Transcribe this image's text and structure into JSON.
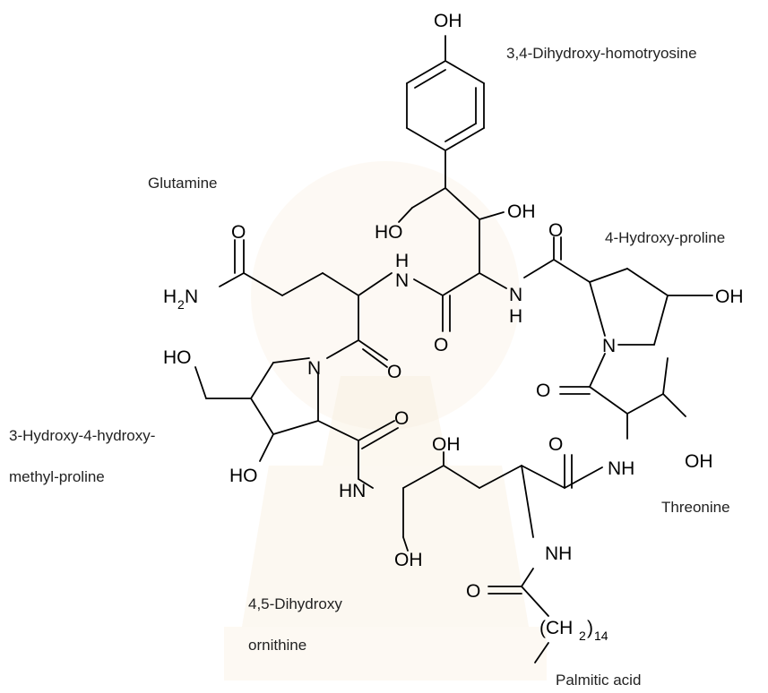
{
  "labels": {
    "dihydroxy_homotyrosine": "3,4-Dihydroxy-homotryosine",
    "glutamine": "Glutamine",
    "hydroxy_proline": "4-Hydroxy-proline",
    "hydroxy_hydroxymethyl_proline_1": "3-Hydroxy-4-hydroxy-",
    "hydroxy_hydroxymethyl_proline_2": "methyl-proline",
    "threonine": "Threonine",
    "dihydroxy_ornithine_1": "4,5-Dihydroxy",
    "dihydroxy_ornithine_2": "ornithine",
    "palmitic_acid": "Palmitic acid"
  },
  "atoms": {
    "oh": "OH",
    "ho": "HO",
    "o": "O",
    "n": "N",
    "h": "H",
    "nh": "NH",
    "hn": "HN",
    "h2n_h": "H",
    "h2n_2": "2",
    "h2n_n": "N",
    "ch2_open": "(CH",
    "ch2_2": "2",
    "ch2_close": ")",
    "ch2_14": "14"
  },
  "colors": {
    "watermark": "#f4e3c8",
    "bond": "#000000"
  }
}
